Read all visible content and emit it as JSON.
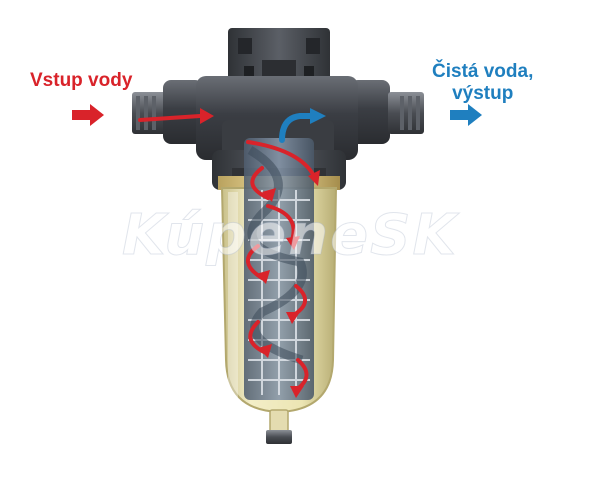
{
  "labels": {
    "inlet": "Vstup vody",
    "outlet_line1": "Čistá voda,",
    "outlet_line2": "výstup"
  },
  "watermark": "KúpeneSK",
  "colors": {
    "inlet": "#d9232a",
    "outlet": "#1f7fbf",
    "body_dark": "#3d4046",
    "bowl": "#efe9b8",
    "cartridge": "#6c7c8e"
  },
  "icons": {
    "inlet_arrow": "arrow-right-icon",
    "outlet_arrow": "arrow-right-icon"
  }
}
